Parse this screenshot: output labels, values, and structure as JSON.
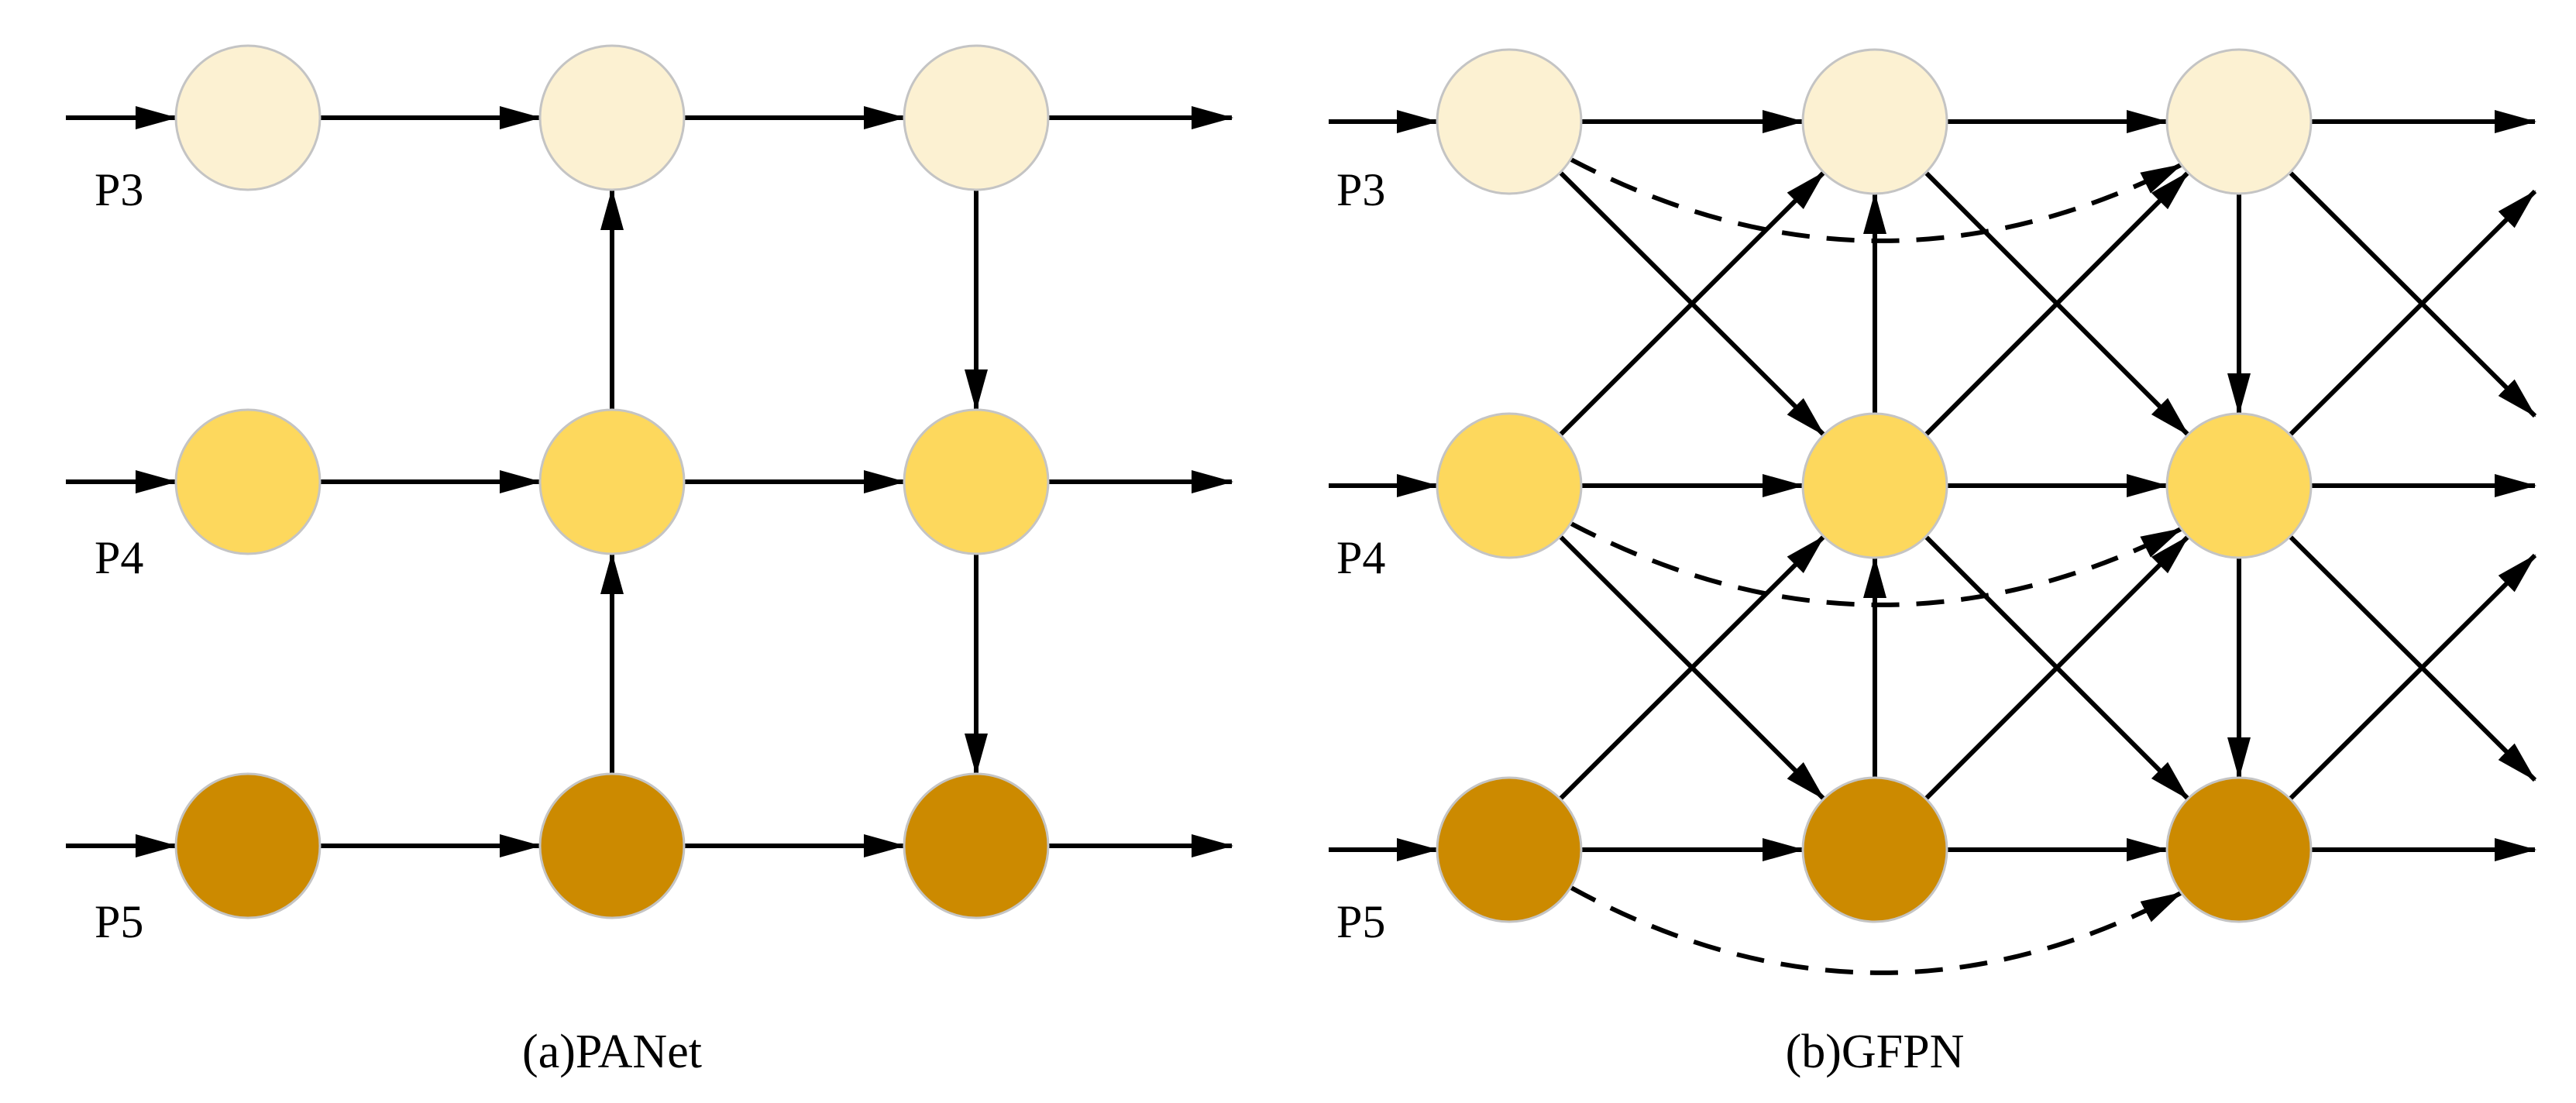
{
  "colors": {
    "p3": "#fcf1d2",
    "p4": "#fdd85d",
    "p5": "#cc8a00",
    "node_stroke": "#c4c4c4",
    "edge": "#000000"
  },
  "panels": [
    {
      "id": "panet",
      "caption": "(a)PANet",
      "row_labels": [
        "P3",
        "P4",
        "P5"
      ],
      "edges": [
        {
          "from": "in-0",
          "to": "0-0"
        },
        {
          "from": "in-1",
          "to": "0-1"
        },
        {
          "from": "in-2",
          "to": "0-2"
        },
        {
          "from": "0-0",
          "to": "1-0"
        },
        {
          "from": "1-0",
          "to": "2-0"
        },
        {
          "from": "2-0",
          "to": "out-0"
        },
        {
          "from": "0-1",
          "to": "1-1"
        },
        {
          "from": "1-1",
          "to": "2-1"
        },
        {
          "from": "2-1",
          "to": "out-1"
        },
        {
          "from": "0-2",
          "to": "1-2"
        },
        {
          "from": "1-2",
          "to": "2-2"
        },
        {
          "from": "2-2",
          "to": "out-2"
        },
        {
          "from": "1-2",
          "to": "1-1"
        },
        {
          "from": "1-1",
          "to": "1-0"
        },
        {
          "from": "2-0",
          "to": "2-1"
        },
        {
          "from": "2-1",
          "to": "2-2"
        }
      ]
    },
    {
      "id": "gfpn",
      "caption": "(b)GFPN",
      "row_labels": [
        "P3",
        "P4",
        "P5"
      ],
      "edges": [
        {
          "from": "in-0",
          "to": "0-0"
        },
        {
          "from": "in-1",
          "to": "0-1"
        },
        {
          "from": "in-2",
          "to": "0-2"
        },
        {
          "from": "0-0",
          "to": "1-0"
        },
        {
          "from": "1-0",
          "to": "2-0"
        },
        {
          "from": "2-0",
          "to": "out-0"
        },
        {
          "from": "0-1",
          "to": "1-1"
        },
        {
          "from": "1-1",
          "to": "2-1"
        },
        {
          "from": "2-1",
          "to": "out-1"
        },
        {
          "from": "0-2",
          "to": "1-2"
        },
        {
          "from": "1-2",
          "to": "2-2"
        },
        {
          "from": "2-2",
          "to": "out-2"
        },
        {
          "from": "1-2",
          "to": "1-1"
        },
        {
          "from": "1-1",
          "to": "1-0"
        },
        {
          "from": "2-0",
          "to": "2-1"
        },
        {
          "from": "2-1",
          "to": "2-2"
        },
        {
          "from": "0-0",
          "to": "1-1"
        },
        {
          "from": "0-1",
          "to": "1-2"
        },
        {
          "from": "0-1",
          "to": "1-0"
        },
        {
          "from": "0-2",
          "to": "1-1"
        },
        {
          "from": "1-0",
          "to": "2-1"
        },
        {
          "from": "1-1",
          "to": "2-2"
        },
        {
          "from": "1-1",
          "to": "2-0"
        },
        {
          "from": "1-2",
          "to": "2-1"
        },
        {
          "from": "2-0",
          "to": "out-d0"
        },
        {
          "from": "2-1",
          "to": "out-d1"
        },
        {
          "from": "2-1",
          "to": "out-u0"
        },
        {
          "from": "2-2",
          "to": "out-u1"
        },
        {
          "from": "0-0",
          "to": "2-0",
          "style": "dashed"
        },
        {
          "from": "0-1",
          "to": "2-1",
          "style": "dashed"
        },
        {
          "from": "0-2",
          "to": "2-2",
          "style": "dashed"
        }
      ]
    }
  ]
}
